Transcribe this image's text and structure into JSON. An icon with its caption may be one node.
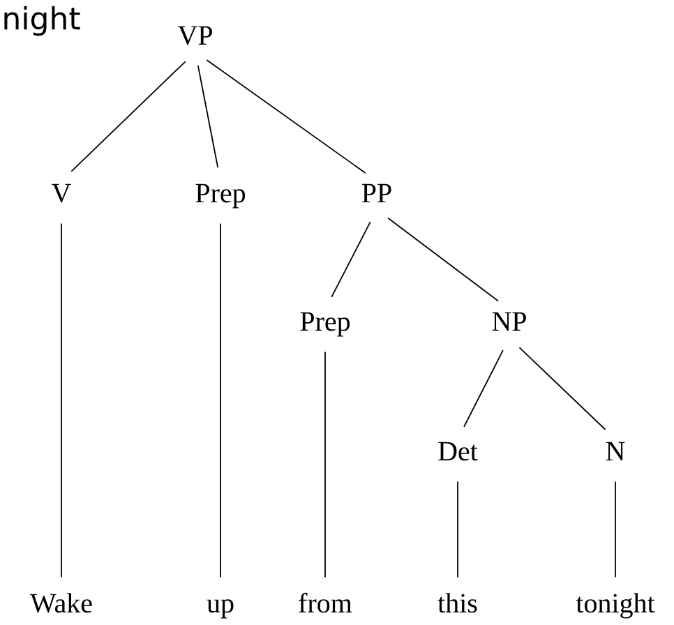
{
  "diagram": {
    "nodes": [
      {
        "text": [
          "VP"
        ]
      },
      {
        "text": [
          "V"
        ]
      },
      {
        "text": [
          "Prep"
        ]
      },
      {
        "text": [
          "PP"
        ]
      },
      {
        "text": [
          "Prep"
        ]
      },
      {
        "text": [
          "NP"
        ]
      },
      {
        "text": [
          "Det"
        ]
      },
      {
        "text": [
          "N"
        ]
      },
      {
        "text": [
          "Wake"
        ]
      },
      {
        "text": [
          "up"
        ]
      },
      {
        "text": [
          "from"
        ]
      },
      {
        "text": [
          "this"
        ]
      },
      {
        "text": [
          "tonight"
        ]
      }
    ],
    "edges": [
      {
        "from": 0,
        "to": 1,
        "arrow": "none"
      },
      {
        "from": 0,
        "to": 2,
        "arrow": "none"
      },
      {
        "from": 0,
        "to": 3,
        "arrow": "none"
      },
      {
        "from": 1,
        "to": 8,
        "arrow": "none"
      },
      {
        "from": 2,
        "to": 9,
        "arrow": "none"
      },
      {
        "from": 3,
        "to": 4,
        "arrow": "none"
      },
      {
        "from": 3,
        "to": 5,
        "arrow": "none"
      },
      {
        "from": 4,
        "to": 10,
        "arrow": "none"
      },
      {
        "from": 5,
        "to": 6,
        "arrow": "none"
      },
      {
        "from": 5,
        "to": 7,
        "arrow": "none"
      },
      {
        "from": 6,
        "to": 11,
        "arrow": "none"
      },
      {
        "from": 7,
        "to": 12,
        "arrow": "none"
      }
    ],
    "labels": [
      "night"
    ]
  }
}
